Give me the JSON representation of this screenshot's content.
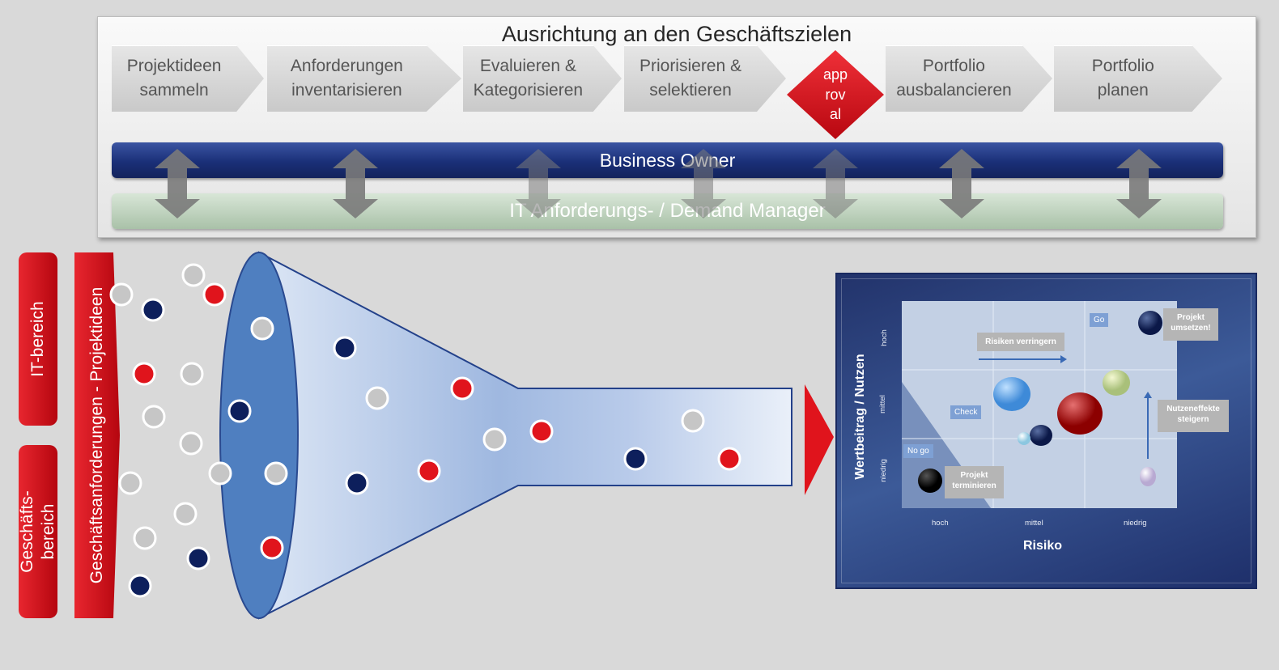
{
  "header": {
    "title": "Ausrichtung an den Geschäftszielen"
  },
  "process_steps": [
    {
      "label": "Projektideen\nsammeln"
    },
    {
      "label": "Anforderungen\ninventarisieren"
    },
    {
      "label": "Evaluieren &\nKategorisieren"
    },
    {
      "label": "Priorisieren &\nselektieren"
    },
    {
      "label": "Portfolio\nausbalancieren"
    },
    {
      "label": "Portfolio\nplanen"
    }
  ],
  "approval": {
    "label": "app\nrov\nal",
    "color": "#e0141c"
  },
  "bars": {
    "business_owner": "Business Owner",
    "it_manager": "IT Anforderungs- / Demand Manager"
  },
  "sources": {
    "it": "IT-bereich",
    "business": "Geschäfts-\nbereich",
    "requirements": "Geschäftsanforderungen - Projektideen"
  },
  "matrix": {
    "y_axis": "Wertbeitrag / Nutzen",
    "x_axis": "Risiko",
    "y_ticks": [
      "hoch",
      "mittel",
      "niedrig"
    ],
    "x_ticks": [
      "hoch",
      "mittel",
      "niedrig"
    ],
    "zones": {
      "go": "Go",
      "check": "Check",
      "no_go": "No go"
    },
    "callouts": {
      "umsetzen": "Projekt\numsetzen!",
      "risiken": "Risiken verringern",
      "nutzen": "Nutzeneffekte\nsteigern",
      "terminieren": "Projekt\nterminieren"
    }
  },
  "colors": {
    "red": "#e0141c",
    "navy": "#0d1f5c",
    "grey": "#c6c6c6",
    "funnel": "#4f7fc0"
  }
}
